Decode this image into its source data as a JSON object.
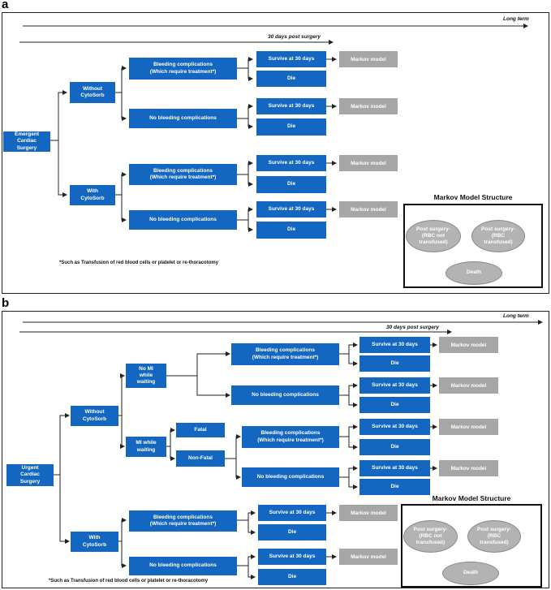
{
  "panel_a": {
    "label": "a",
    "timeline_long": "Long term",
    "timeline_30": "30 days post surgery",
    "root": "Emergent\nCardiac\nSurgery",
    "without": "Without\nCytoSorb",
    "with": "With\nCytoSorb",
    "bleeding": "Bleeding complications\n(Which require treatment*)",
    "no_bleeding": "No bleeding complications",
    "survive": "Survive at 30 days",
    "die": "Die",
    "markov": "Markov model",
    "footnote": "*Such as Transfusion of red blood cells or platelet or re-thoracotomy",
    "markov_title": "Markov Model Structure",
    "state1": "Post surgery-\n(RBC not\ntransfused)",
    "state2": "Post surgery-\n(RBC\ntransfused)",
    "state3": "Death"
  },
  "panel_b": {
    "label": "b",
    "timeline_long": "Long term",
    "timeline_30": "30 days post surgery",
    "root": "Urgent\nCardiac\nSurgery",
    "without": "Without\nCytoSorb",
    "with": "With\nCytoSorb",
    "no_mi": "No MI\nwhile\nwaiting",
    "mi": "MI while\nwaiting",
    "fatal": "Fatal",
    "nonfatal": "Non-Fatal",
    "bleeding": "Bleeding complications\n(Which require treatment*)",
    "no_bleeding": "No bleeding complications",
    "survive": "Survive at 30 days",
    "die": "Die",
    "markov": "Markov model",
    "footnote": "*Such as Transfusion of red blood cells or platelet or re-thoracotomy",
    "markov_title": "Markov Model Structure",
    "state1": "Post surgery-\n(RBC not\ntransfused)",
    "state2": "Post surgery-\n(RBC\ntransfused)",
    "state3": "Death"
  }
}
